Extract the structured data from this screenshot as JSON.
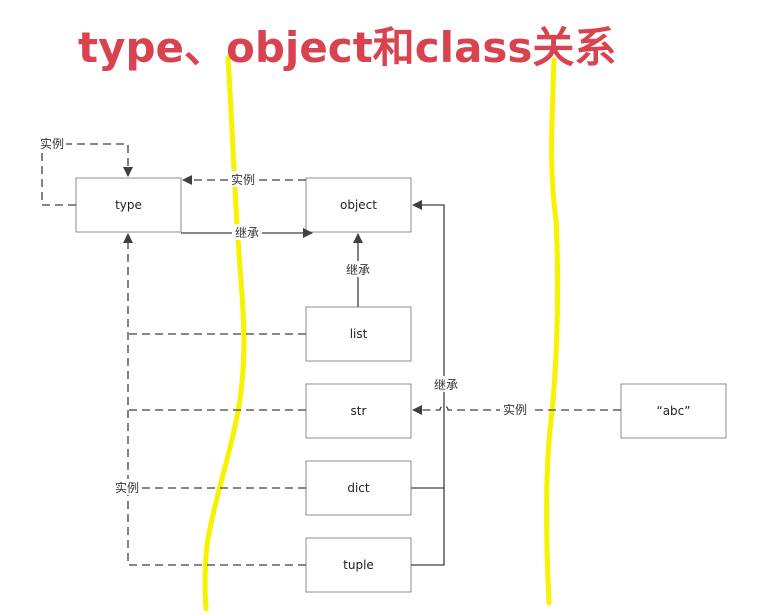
{
  "title": "type、object和class关系",
  "colors": {
    "title": "#d9434f",
    "highlight": "#f7f200",
    "box_border": "#8c8c8c",
    "line": "#404040"
  },
  "nodes": {
    "type": "type",
    "object": "object",
    "list": "list",
    "str": "str",
    "dict": "dict",
    "tuple": "tuple",
    "abc": "“abc”"
  },
  "edge_labels": {
    "type_self_instance": "实例",
    "type_object_instance": "实例",
    "type_inherits_object": "继承",
    "list_inherits_object": "继承",
    "builtins_inherit_object": "继承",
    "abc_instance_str": "实例",
    "builtins_instance_type": "实例"
  }
}
